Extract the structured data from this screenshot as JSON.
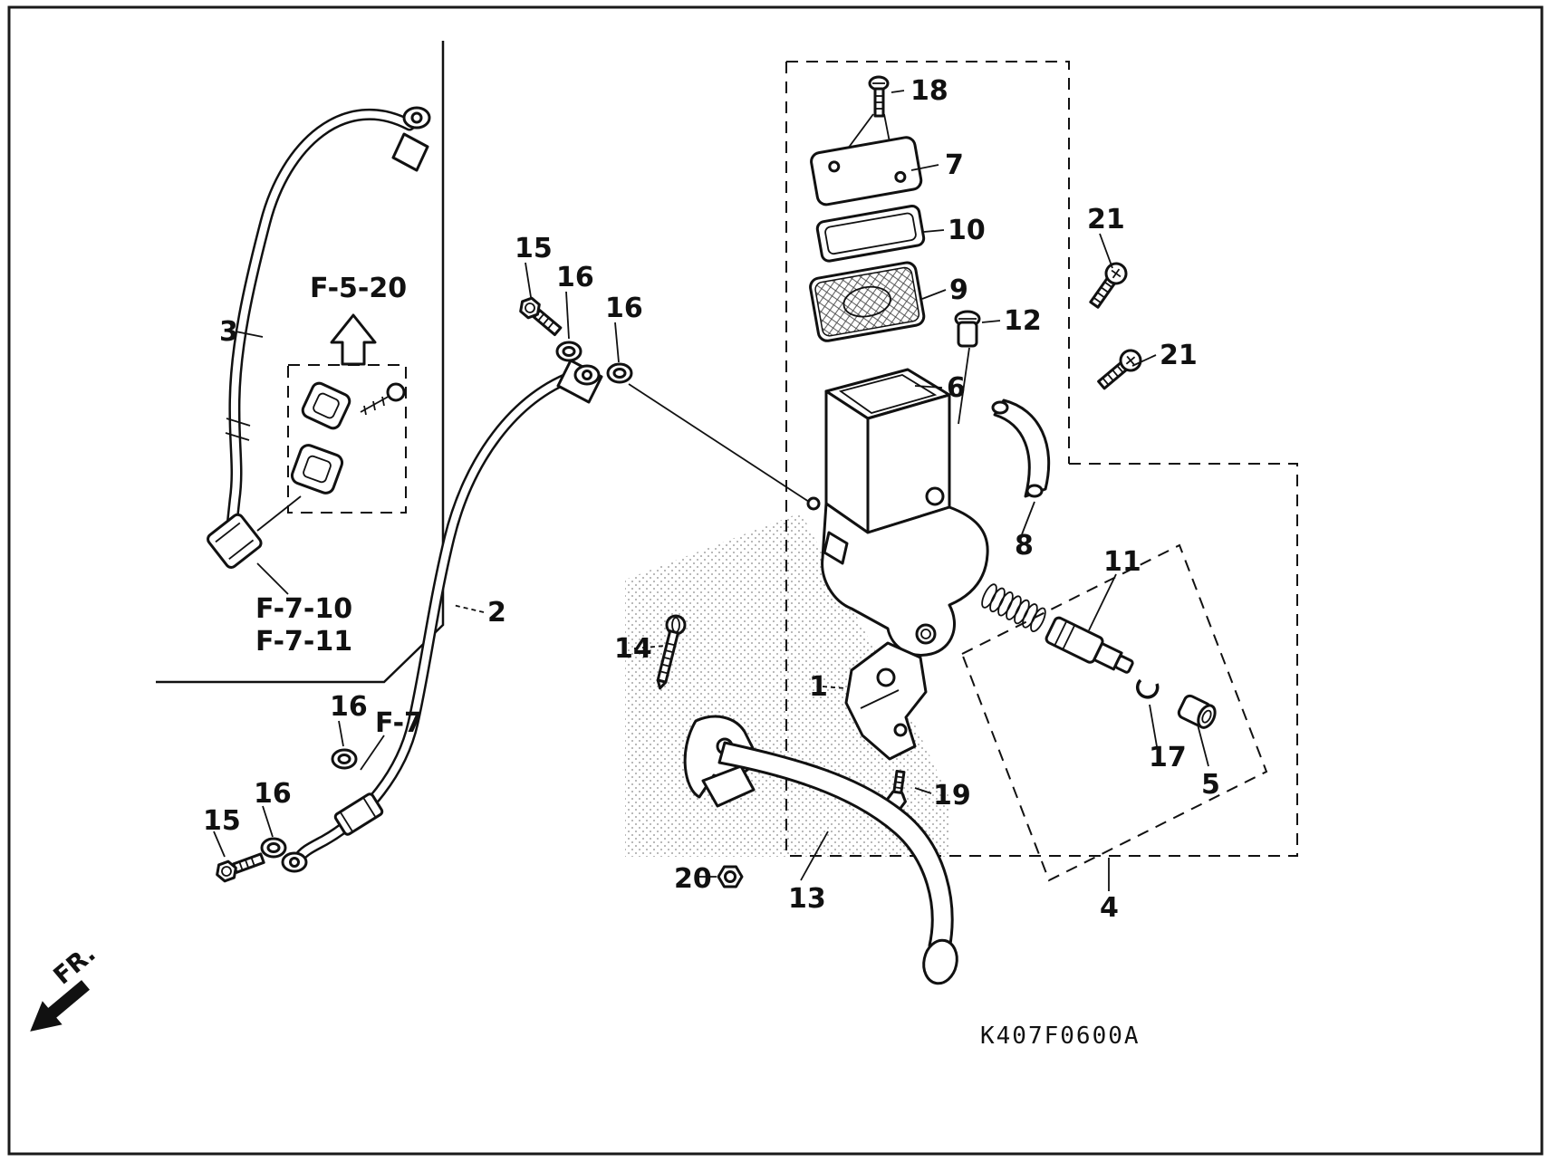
{
  "diagram": {
    "code": "K407F0600A",
    "direction_label": "FR."
  },
  "ref_labels": {
    "f520": "F-5-20",
    "f710": "F-7-10",
    "f711": "F-7-11",
    "f7": "F-7"
  },
  "callouts": [
    {
      "num": "18"
    },
    {
      "num": "7"
    },
    {
      "num": "10"
    },
    {
      "num": "9"
    },
    {
      "num": "12"
    },
    {
      "num": "21"
    },
    {
      "num": "21"
    },
    {
      "num": "6"
    },
    {
      "num": "8"
    },
    {
      "num": "11"
    },
    {
      "num": "15"
    },
    {
      "num": "16"
    },
    {
      "num": "16"
    },
    {
      "num": "3"
    },
    {
      "num": "2"
    },
    {
      "num": "16"
    },
    {
      "num": "14"
    },
    {
      "num": "1"
    },
    {
      "num": "16"
    },
    {
      "num": "15"
    },
    {
      "num": "17"
    },
    {
      "num": "5"
    },
    {
      "num": "19"
    },
    {
      "num": "20"
    },
    {
      "num": "13"
    },
    {
      "num": "4"
    }
  ],
  "colors": {
    "ink": "#111111",
    "paper": "#ffffff",
    "stipple": "#666666"
  }
}
